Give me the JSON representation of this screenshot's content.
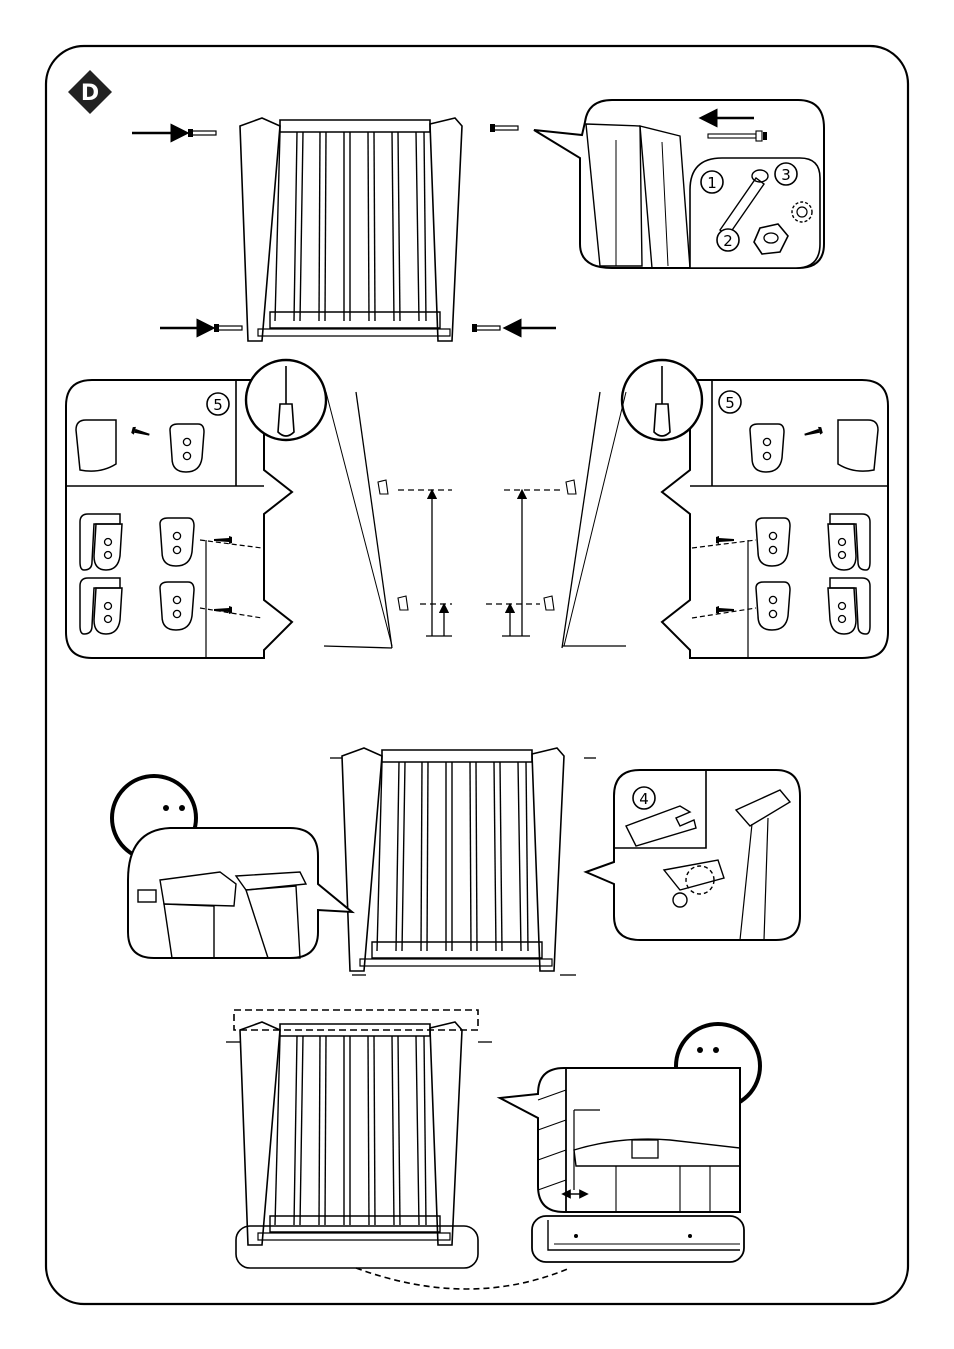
{
  "section": {
    "letter": "D"
  },
  "parts": {
    "bolt": "1",
    "nut": "2",
    "lock_washer": "3",
    "wrench": "4",
    "wall_cup": "5"
  },
  "icons": {
    "incorrect": "sad-face-icon",
    "correct": "happy-face-icon",
    "tool": "screwdriver-icon"
  },
  "colors": {
    "ink": "#000000",
    "badge": "#222222"
  }
}
